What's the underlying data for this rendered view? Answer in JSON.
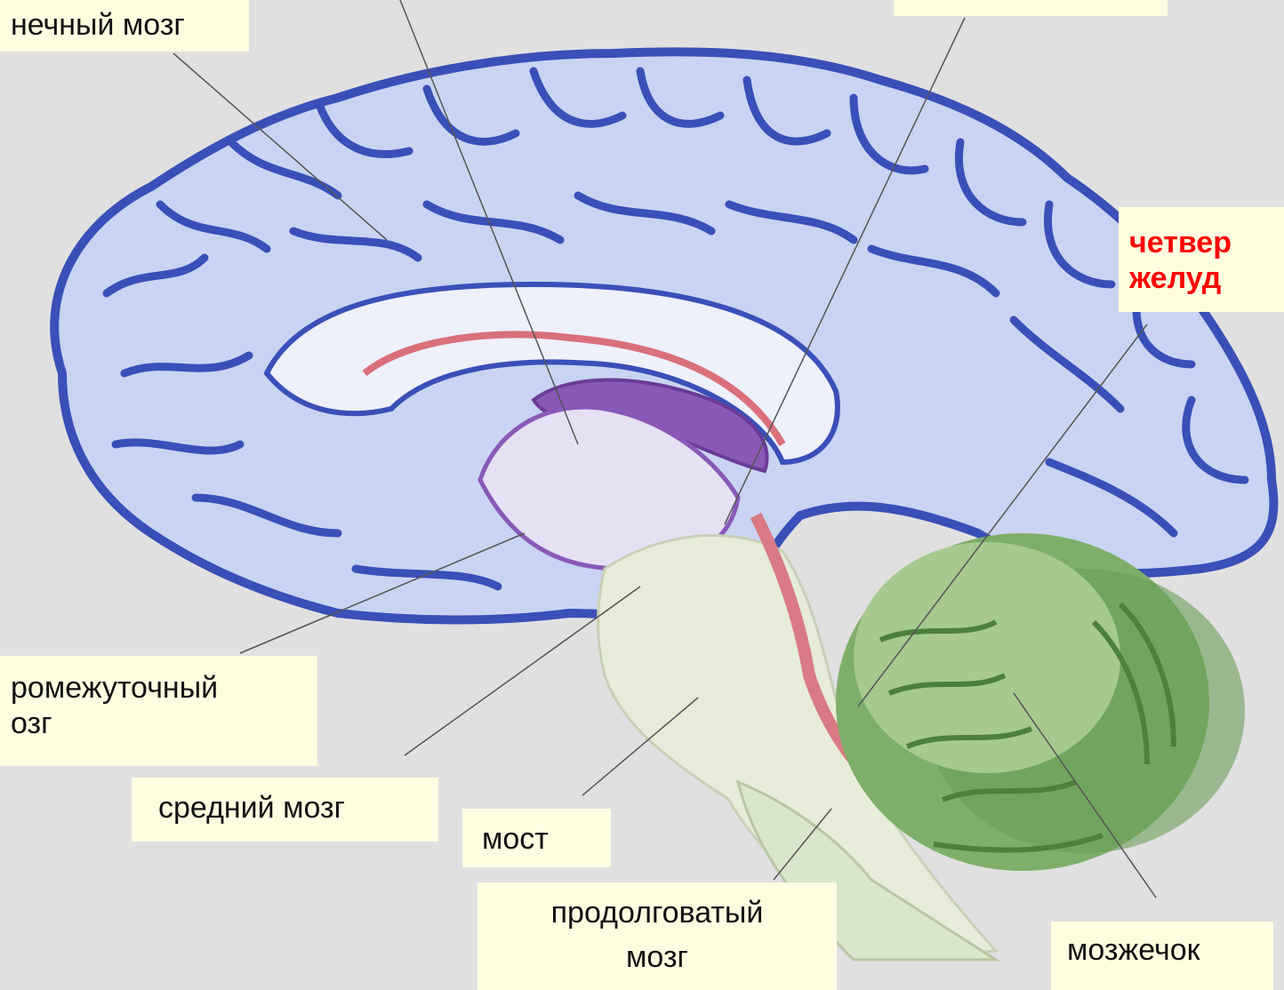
{
  "labels": {
    "telencephalon": "нечный мозг",
    "aqueduct": "",
    "fourth_ventricle_line1": "четвер",
    "fourth_ventricle_line2": "желуд",
    "diencephalon_line1": "ромежуточный",
    "diencephalon_line2": "озг",
    "midbrain": "средний мозг",
    "pons": "мост",
    "medulla_line1": "продолговатый",
    "medulla_line2": "мозг",
    "cerebellum": "мозжечок"
  },
  "colors": {
    "background": "#e0e0e0",
    "cortex": "#c7d2f0",
    "sulci": "#3a4fb8",
    "ventricle": "#8a58b8",
    "cerebellum": "#7fae6a",
    "brainstem": "#e6ecd8",
    "label_bg": "#fffde0",
    "highlight_text": "#ff0000"
  }
}
